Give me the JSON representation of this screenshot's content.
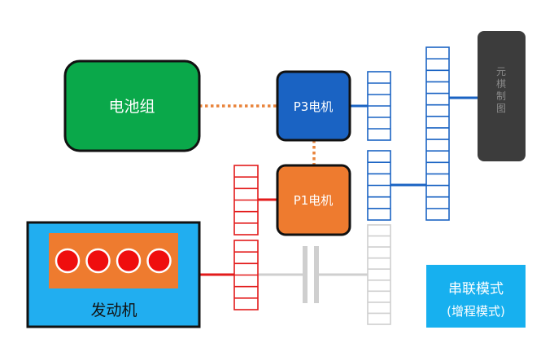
{
  "battery": {
    "label": "电池组"
  },
  "p3_motor": {
    "label": "P3电机"
  },
  "p1_motor": {
    "label": "P1电机"
  },
  "engine": {
    "label": "发动机",
    "cylinder_count": 4
  },
  "watermark": {
    "text": "元棋制图"
  },
  "mode_badge": {
    "line1": "串联模式",
    "line2": "(增程模式)"
  },
  "colors": {
    "battery_green": "#0aa84a",
    "motor_blue": "#1a63c3",
    "motor_orange": "#ee7b2f",
    "engine_blue": "#21aef0",
    "cylinder_red": "#ef0e0e",
    "badge_blue": "#17b0ef",
    "flow_blue": "#1a63c3",
    "flow_red": "#e31b1b",
    "idle_gray": "#cfcfcf",
    "dotted_orange": "#e9833a",
    "dark_box": "#3c3c3c"
  }
}
